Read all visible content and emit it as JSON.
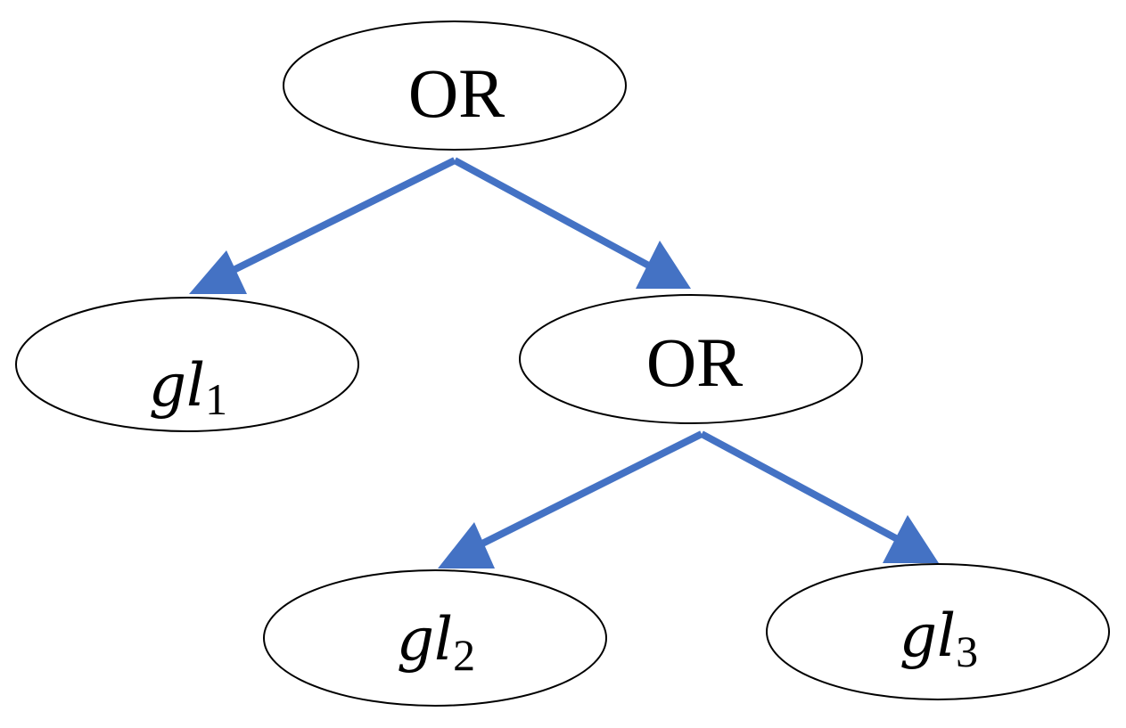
{
  "diagram": {
    "edge_color": "#4472C4",
    "nodes": [
      {
        "id": "or-root",
        "label": "OR"
      },
      {
        "id": "gl1",
        "label": "gl",
        "subscript": "1"
      },
      {
        "id": "or-child",
        "label": "OR"
      },
      {
        "id": "gl2",
        "label": "gl",
        "subscript": "2"
      },
      {
        "id": "gl3",
        "label": "gl",
        "subscript": "3"
      }
    ],
    "edges": [
      {
        "from": "or-root",
        "to": "gl1"
      },
      {
        "from": "or-root",
        "to": "or-child"
      },
      {
        "from": "or-child",
        "to": "gl2"
      },
      {
        "from": "or-child",
        "to": "gl3"
      }
    ]
  }
}
